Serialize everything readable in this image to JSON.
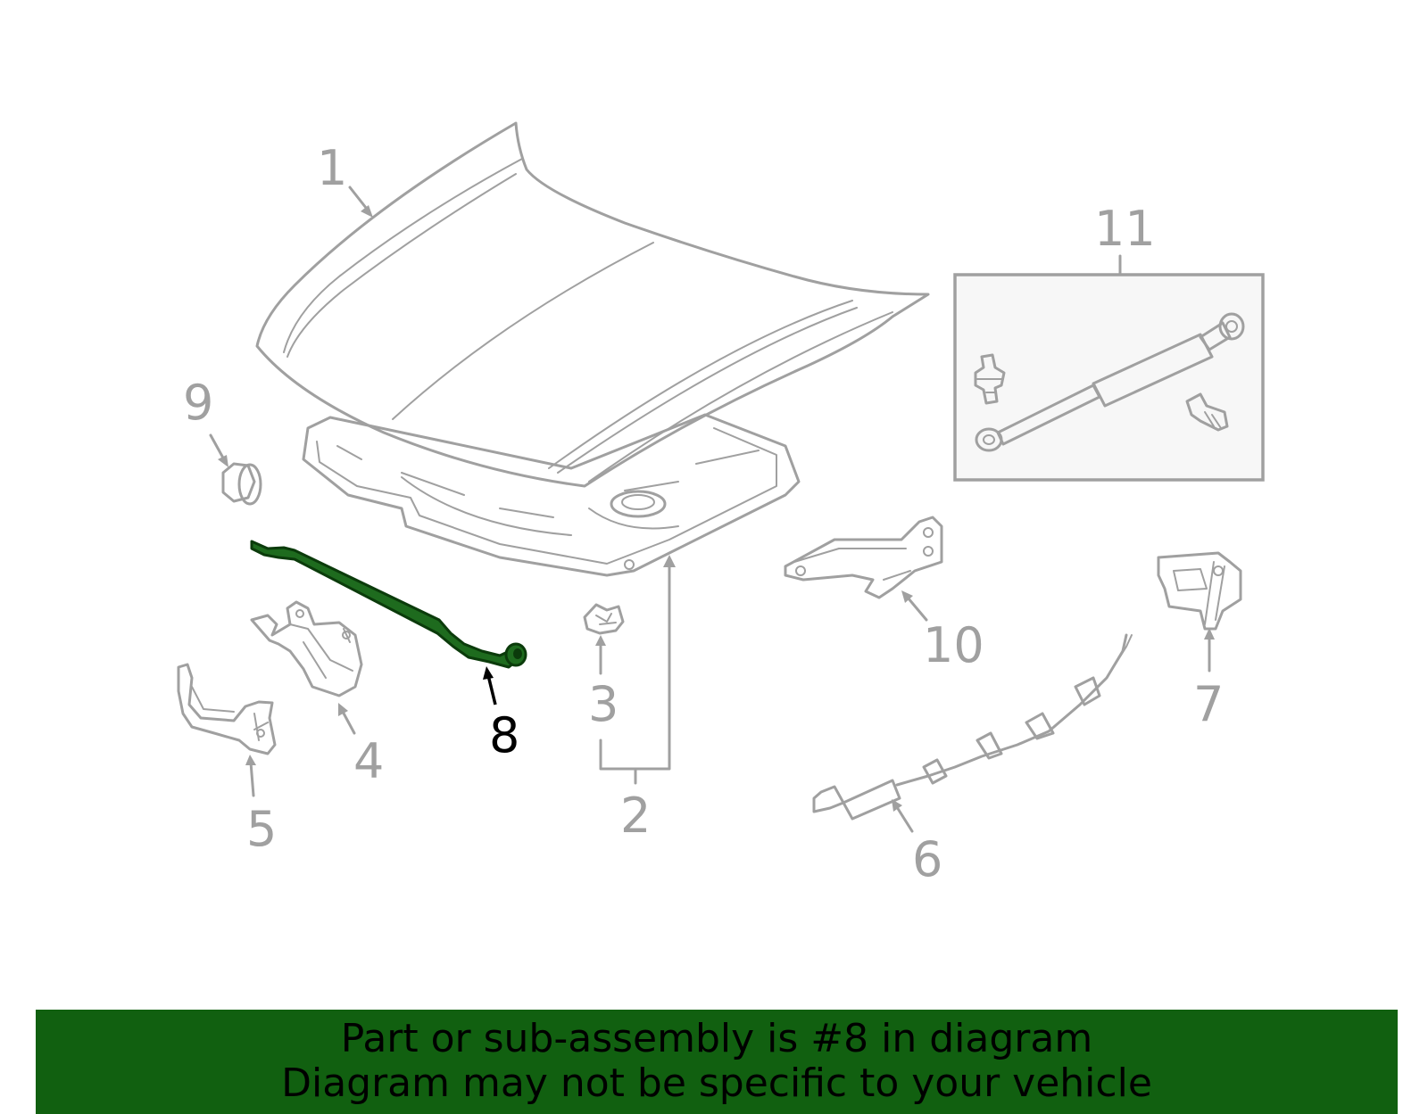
{
  "diagram": {
    "highlighted_part": "8",
    "callouts": [
      {
        "id": "1",
        "label": "1"
      },
      {
        "id": "2",
        "label": "2"
      },
      {
        "id": "3",
        "label": "3"
      },
      {
        "id": "4",
        "label": "4"
      },
      {
        "id": "5",
        "label": "5"
      },
      {
        "id": "6",
        "label": "6"
      },
      {
        "id": "7",
        "label": "7"
      },
      {
        "id": "8",
        "label": "8"
      },
      {
        "id": "9",
        "label": "9"
      },
      {
        "id": "10",
        "label": "10"
      },
      {
        "id": "11",
        "label": "11"
      }
    ],
    "colors": {
      "line_gray": "#a0a0a0",
      "highlight_green": "#1e6b1e",
      "banner_green": "#116010"
    }
  },
  "banner": {
    "line1": "Part or sub-assembly is #8 in diagram",
    "line2": "Diagram may not be specific to your vehicle"
  }
}
